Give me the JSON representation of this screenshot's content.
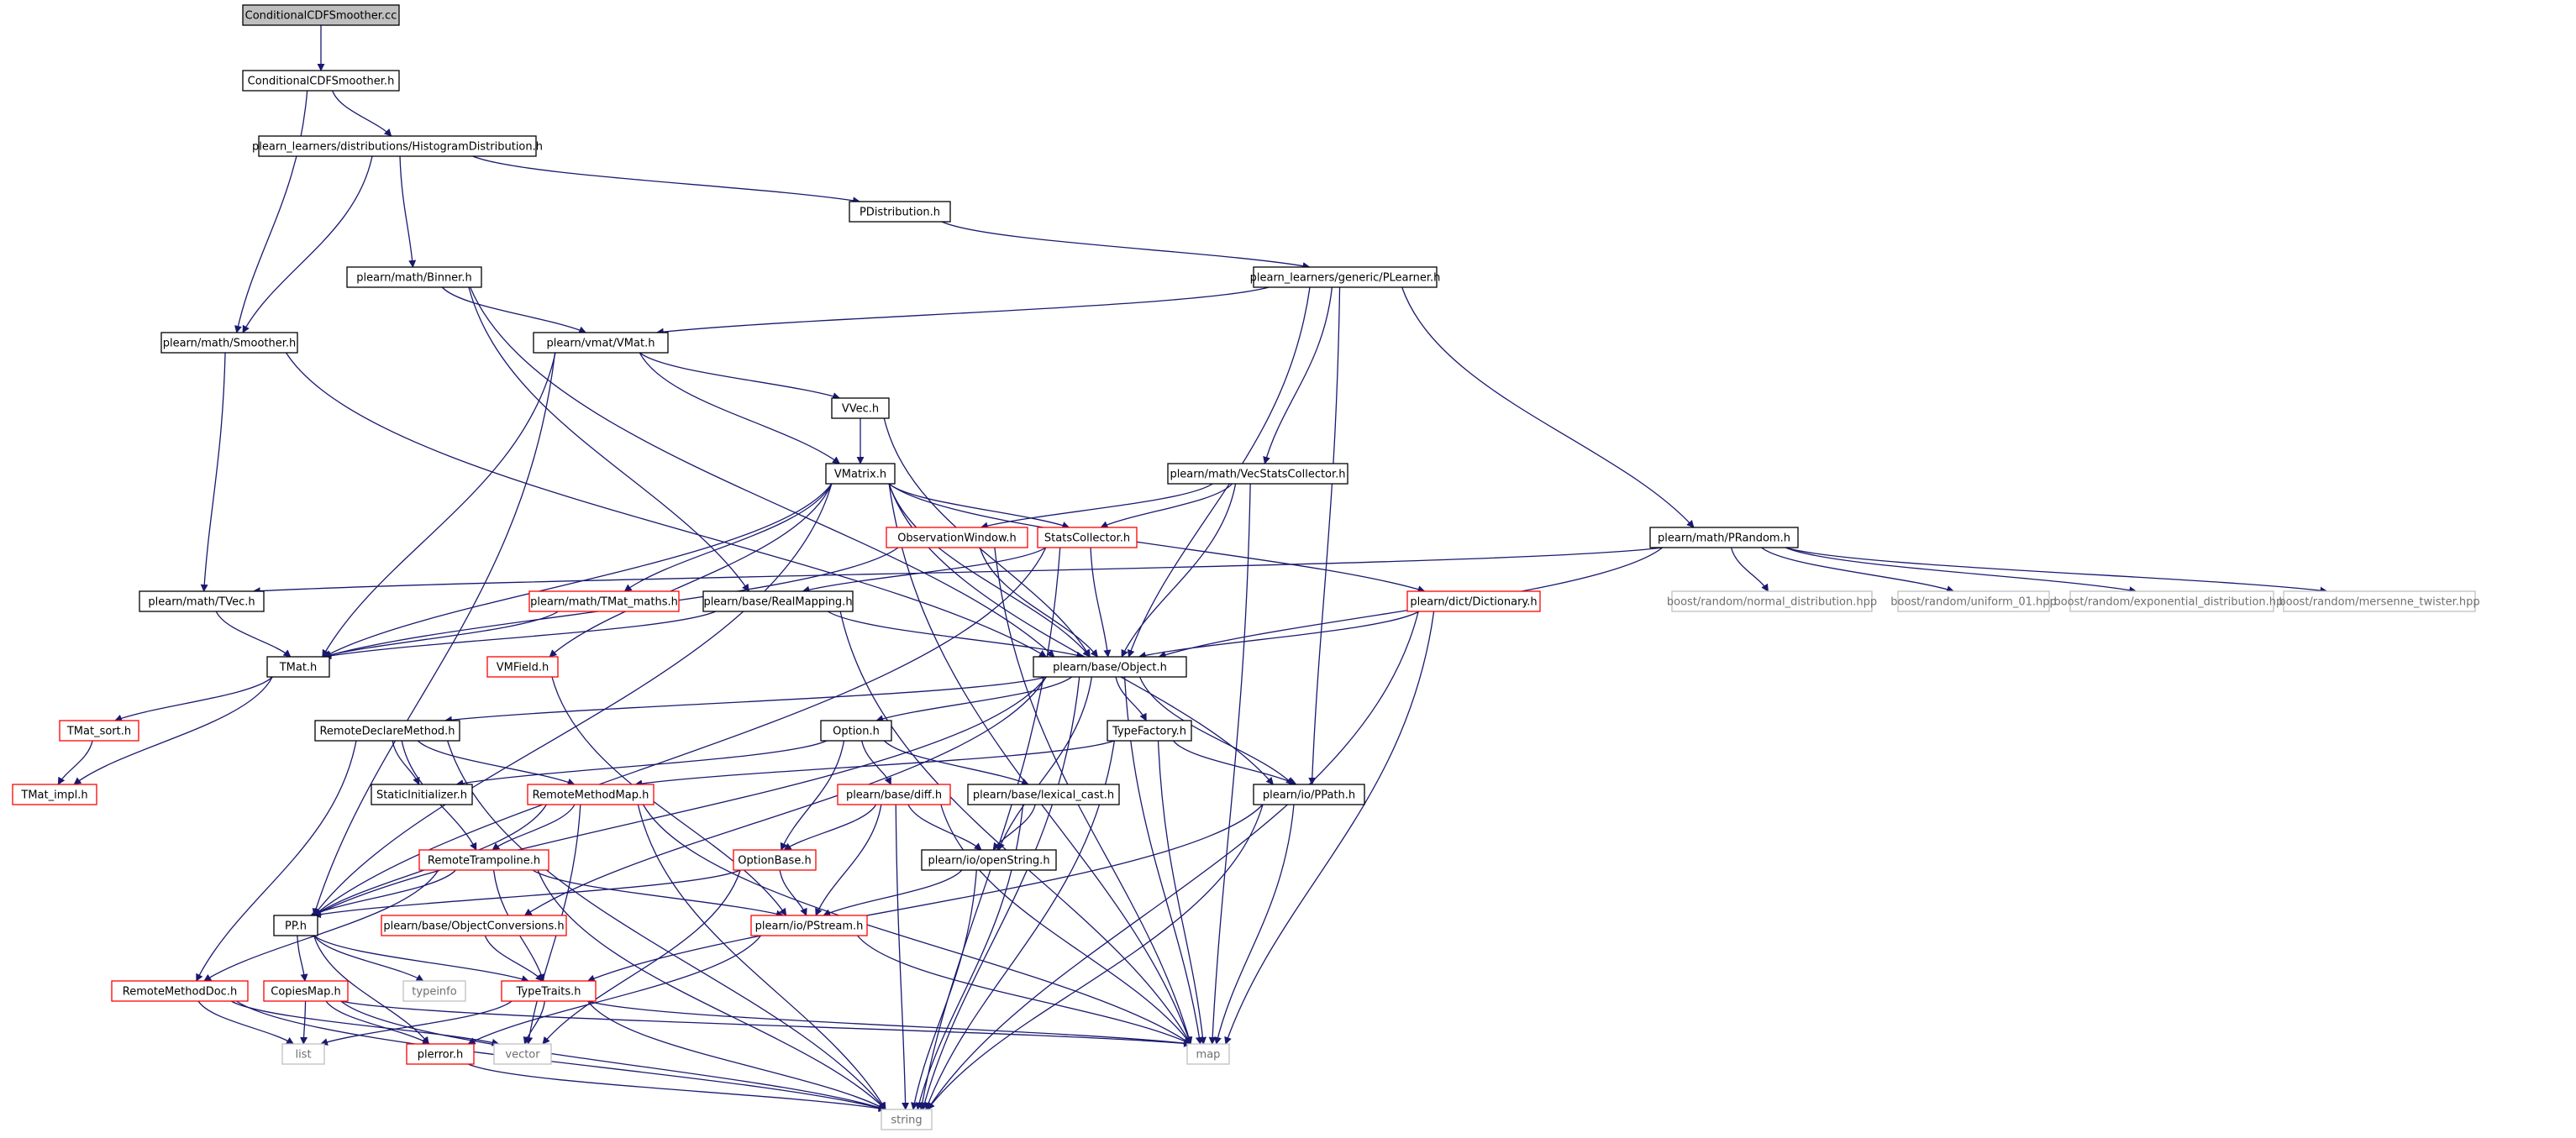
{
  "graph": {
    "root": "ConditionalCDFSmoother.cc",
    "colors": {
      "edge": "#191970",
      "node_border": "#000000",
      "node_border_truncated": "#ff0000",
      "node_border_external": "#bfbfbf",
      "root_fill": "#bfbfbf",
      "node_fill": "#ffffff"
    },
    "nodes": [
      {
        "id": "root",
        "label": "ConditionalCDFSmoother.cc",
        "kind": "root"
      },
      {
        "id": "ccdfh",
        "label": "ConditionalCDFSmoother.h",
        "kind": "normal"
      },
      {
        "id": "histo",
        "label": "plearn_learners/distributions/HistogramDistribution.h",
        "kind": "normal"
      },
      {
        "id": "pdist",
        "label": "PDistribution.h",
        "kind": "normal"
      },
      {
        "id": "binner",
        "label": "plearn/math/Binner.h",
        "kind": "normal"
      },
      {
        "id": "plearner",
        "label": "plearn_learners/generic/PLearner.h",
        "kind": "normal"
      },
      {
        "id": "smoother",
        "label": "plearn/math/Smoother.h",
        "kind": "normal"
      },
      {
        "id": "vmat",
        "label": "plearn/vmat/VMat.h",
        "kind": "normal"
      },
      {
        "id": "vvec",
        "label": "VVec.h",
        "kind": "normal"
      },
      {
        "id": "vmatrix",
        "label": "VMatrix.h",
        "kind": "normal"
      },
      {
        "id": "vecstats",
        "label": "plearn/math/VecStatsCollector.h",
        "kind": "normal"
      },
      {
        "id": "obswin",
        "label": "ObservationWindow.h",
        "kind": "truncated"
      },
      {
        "id": "statscol",
        "label": "StatsCollector.h",
        "kind": "truncated"
      },
      {
        "id": "prandom",
        "label": "plearn/math/PRandom.h",
        "kind": "normal"
      },
      {
        "id": "tvec",
        "label": "plearn/math/TVec.h",
        "kind": "normal"
      },
      {
        "id": "tmatmaths",
        "label": "plearn/math/TMat_maths.h",
        "kind": "truncated"
      },
      {
        "id": "realmap",
        "label": "plearn/base/RealMapping.h",
        "kind": "normal"
      },
      {
        "id": "dict",
        "label": "plearn/dict/Dictionary.h",
        "kind": "truncated"
      },
      {
        "id": "bnormal",
        "label": "boost/random/normal_distribution.hpp",
        "kind": "external"
      },
      {
        "id": "buniform",
        "label": "boost/random/uniform_01.hpp",
        "kind": "external"
      },
      {
        "id": "bexp",
        "label": "boost/random/exponential_distribution.hpp",
        "kind": "external"
      },
      {
        "id": "bmersenne",
        "label": "boost/random/mersenne_twister.hpp",
        "kind": "external"
      },
      {
        "id": "tmat",
        "label": "TMat.h",
        "kind": "normal"
      },
      {
        "id": "vmfield",
        "label": "VMField.h",
        "kind": "truncated"
      },
      {
        "id": "object",
        "label": "plearn/base/Object.h",
        "kind": "normal"
      },
      {
        "id": "tmatsort",
        "label": "TMat_sort.h",
        "kind": "truncated"
      },
      {
        "id": "rdecl",
        "label": "RemoteDeclareMethod.h",
        "kind": "normal"
      },
      {
        "id": "option",
        "label": "Option.h",
        "kind": "normal"
      },
      {
        "id": "typefactory",
        "label": "TypeFactory.h",
        "kind": "normal"
      },
      {
        "id": "tmatimpl",
        "label": "TMat_impl.h",
        "kind": "truncated"
      },
      {
        "id": "staticinit",
        "label": "StaticInitializer.h",
        "kind": "normal"
      },
      {
        "id": "rmethodmap",
        "label": "RemoteMethodMap.h",
        "kind": "truncated"
      },
      {
        "id": "diff",
        "label": "plearn/base/diff.h",
        "kind": "truncated"
      },
      {
        "id": "lexcast",
        "label": "plearn/base/lexical_cast.h",
        "kind": "normal"
      },
      {
        "id": "ppath",
        "label": "plearn/io/PPath.h",
        "kind": "normal"
      },
      {
        "id": "rtramp",
        "label": "RemoteTrampoline.h",
        "kind": "truncated"
      },
      {
        "id": "optbase",
        "label": "OptionBase.h",
        "kind": "truncated"
      },
      {
        "id": "openstr",
        "label": "plearn/io/openString.h",
        "kind": "normal"
      },
      {
        "id": "pp",
        "label": "PP.h",
        "kind": "normal"
      },
      {
        "id": "objconv",
        "label": "plearn/base/ObjectConversions.h",
        "kind": "truncated"
      },
      {
        "id": "pstream",
        "label": "plearn/io/PStream.h",
        "kind": "truncated"
      },
      {
        "id": "rmdoc",
        "label": "RemoteMethodDoc.h",
        "kind": "truncated"
      },
      {
        "id": "copiesmap",
        "label": "CopiesMap.h",
        "kind": "truncated"
      },
      {
        "id": "typeinfo",
        "label": "typeinfo",
        "kind": "external"
      },
      {
        "id": "typetraits",
        "label": "TypeTraits.h",
        "kind": "truncated"
      },
      {
        "id": "list",
        "label": "list",
        "kind": "external"
      },
      {
        "id": "plerror",
        "label": "plerror.h",
        "kind": "truncated"
      },
      {
        "id": "vector",
        "label": "vector",
        "kind": "external"
      },
      {
        "id": "map",
        "label": "map",
        "kind": "external"
      },
      {
        "id": "string",
        "label": "string",
        "kind": "external"
      }
    ],
    "edges": [
      [
        "root",
        "ccdfh"
      ],
      [
        "ccdfh",
        "histo"
      ],
      [
        "ccdfh",
        "smoother"
      ],
      [
        "histo",
        "pdist"
      ],
      [
        "histo",
        "binner"
      ],
      [
        "histo",
        "smoother"
      ],
      [
        "pdist",
        "plearner"
      ],
      [
        "binner",
        "vmat"
      ],
      [
        "binner",
        "realmap"
      ],
      [
        "binner",
        "object"
      ],
      [
        "plearner",
        "vmat"
      ],
      [
        "plearner",
        "vecstats"
      ],
      [
        "plearner",
        "prandom"
      ],
      [
        "plearner",
        "object"
      ],
      [
        "plearner",
        "ppath"
      ],
      [
        "smoother",
        "tvec"
      ],
      [
        "smoother",
        "object"
      ],
      [
        "vmat",
        "vvec"
      ],
      [
        "vmat",
        "vmatrix"
      ],
      [
        "vmat",
        "tmat"
      ],
      [
        "vmat",
        "pp"
      ],
      [
        "vvec",
        "vmatrix"
      ],
      [
        "vvec",
        "object"
      ],
      [
        "vmatrix",
        "statscol"
      ],
      [
        "vmatrix",
        "dict"
      ],
      [
        "vmatrix",
        "tmat"
      ],
      [
        "vmatrix",
        "vmfield"
      ],
      [
        "vmatrix",
        "object"
      ],
      [
        "vmatrix",
        "pp"
      ],
      [
        "vmatrix",
        "ppath"
      ],
      [
        "vmatrix",
        "map"
      ],
      [
        "vmatrix",
        "tmatmaths"
      ],
      [
        "vecstats",
        "obswin"
      ],
      [
        "vecstats",
        "statscol"
      ],
      [
        "vecstats",
        "object"
      ],
      [
        "vecstats",
        "map"
      ],
      [
        "obswin",
        "tmat"
      ],
      [
        "obswin",
        "object"
      ],
      [
        "obswin",
        "map"
      ],
      [
        "statscol",
        "realmap"
      ],
      [
        "statscol",
        "object"
      ],
      [
        "statscol",
        "pp"
      ],
      [
        "statscol",
        "string"
      ],
      [
        "prandom",
        "bnormal"
      ],
      [
        "prandom",
        "buniform"
      ],
      [
        "prandom",
        "bexp"
      ],
      [
        "prandom",
        "bmersenne"
      ],
      [
        "prandom",
        "object"
      ],
      [
        "prandom",
        "tvec"
      ],
      [
        "tvec",
        "tmat"
      ],
      [
        "tmatmaths",
        "tmat"
      ],
      [
        "realmap",
        "tmat"
      ],
      [
        "realmap",
        "object"
      ],
      [
        "realmap",
        "map"
      ],
      [
        "dict",
        "object"
      ],
      [
        "dict",
        "map"
      ],
      [
        "dict",
        "string"
      ],
      [
        "tmat",
        "tmatsort"
      ],
      [
        "tmat",
        "tmatimpl"
      ],
      [
        "tmatsort",
        "tmatimpl"
      ],
      [
        "vmfield",
        "pstream"
      ],
      [
        "object",
        "rdecl"
      ],
      [
        "object",
        "option"
      ],
      [
        "object",
        "typefactory"
      ],
      [
        "object",
        "ppath"
      ],
      [
        "object",
        "openstr"
      ],
      [
        "object",
        "objconv"
      ],
      [
        "object",
        "pp"
      ],
      [
        "object",
        "map"
      ],
      [
        "object",
        "string"
      ],
      [
        "rdecl",
        "staticinit"
      ],
      [
        "rdecl",
        "rmethodmap"
      ],
      [
        "rdecl",
        "rtramp"
      ],
      [
        "rdecl",
        "rmdoc"
      ],
      [
        "rdecl",
        "string"
      ],
      [
        "option",
        "optbase"
      ],
      [
        "option",
        "diff"
      ],
      [
        "option",
        "lexcast"
      ],
      [
        "option",
        "staticinit"
      ],
      [
        "typefactory",
        "rmethodmap"
      ],
      [
        "typefactory",
        "ppath"
      ],
      [
        "typefactory",
        "map"
      ],
      [
        "typefactory",
        "string"
      ],
      [
        "rmethodmap",
        "rtramp"
      ],
      [
        "rmethodmap",
        "pp"
      ],
      [
        "rmethodmap",
        "vector"
      ],
      [
        "rmethodmap",
        "map"
      ],
      [
        "rmethodmap",
        "string"
      ],
      [
        "diff",
        "optbase"
      ],
      [
        "diff",
        "openstr"
      ],
      [
        "diff",
        "pstream"
      ],
      [
        "diff",
        "map"
      ],
      [
        "diff",
        "string"
      ],
      [
        "lexcast",
        "openstr"
      ],
      [
        "lexcast",
        "string"
      ],
      [
        "ppath",
        "typetraits"
      ],
      [
        "ppath",
        "map"
      ],
      [
        "ppath",
        "string"
      ],
      [
        "rtramp",
        "pp"
      ],
      [
        "rtramp",
        "pstream"
      ],
      [
        "rtramp",
        "typetraits"
      ],
      [
        "rtramp",
        "rmdoc"
      ],
      [
        "rtramp",
        "string"
      ],
      [
        "optbase",
        "pstream"
      ],
      [
        "optbase",
        "pp"
      ],
      [
        "optbase",
        "vector"
      ],
      [
        "openstr",
        "pstream"
      ],
      [
        "openstr",
        "string"
      ],
      [
        "pp",
        "copiesmap"
      ],
      [
        "pp",
        "typeinfo"
      ],
      [
        "pp",
        "typetraits"
      ],
      [
        "pp",
        "plerror"
      ],
      [
        "objconv",
        "typetraits"
      ],
      [
        "pstream",
        "plerror"
      ],
      [
        "pstream",
        "map"
      ],
      [
        "rmdoc",
        "list"
      ],
      [
        "rmdoc",
        "vector"
      ],
      [
        "rmdoc",
        "string"
      ],
      [
        "copiesmap",
        "plerror"
      ],
      [
        "copiesmap",
        "list"
      ],
      [
        "copiesmap",
        "map"
      ],
      [
        "copiesmap",
        "string"
      ],
      [
        "typetraits",
        "list"
      ],
      [
        "typetraits",
        "vector"
      ],
      [
        "typetraits",
        "map"
      ],
      [
        "typetraits",
        "string"
      ],
      [
        "plerror",
        "string"
      ]
    ]
  }
}
